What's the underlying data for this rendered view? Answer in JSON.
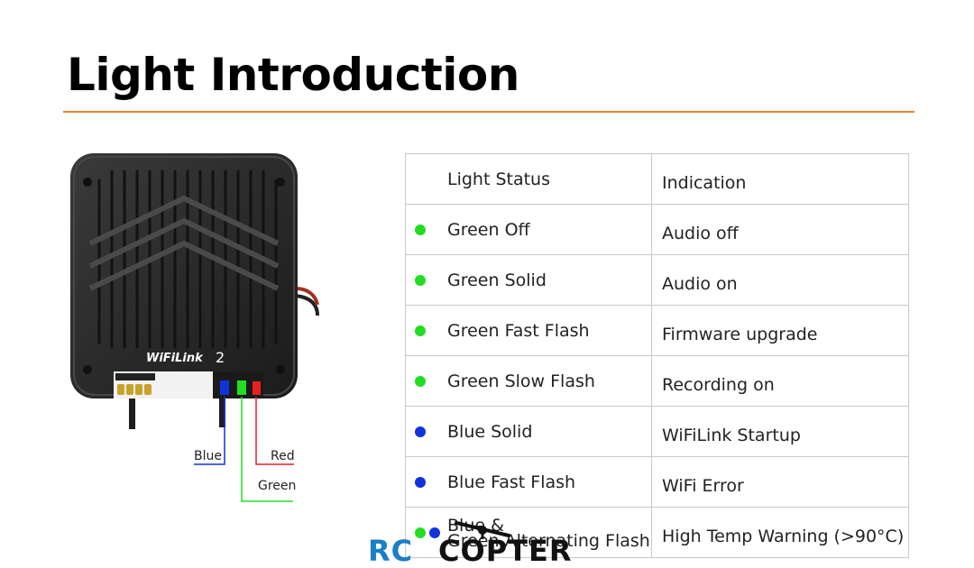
{
  "page": {
    "title": "Light Introduction"
  },
  "device": {
    "logo_text": "WiFiLink 2",
    "wires": {
      "blue": "Blue",
      "green": "Green",
      "red": "Red"
    }
  },
  "colors": {
    "accent": "#e8822a",
    "green": "#22dd22",
    "blue": "#1133dd",
    "red": "#e82020"
  },
  "table": {
    "headers": {
      "status": "Light Status",
      "indication": "Indication"
    },
    "rows": [
      {
        "dots": [
          "green"
        ],
        "status": "Green Off",
        "indication": "Audio off"
      },
      {
        "dots": [
          "green"
        ],
        "status": "Green Solid",
        "indication": "Audio on"
      },
      {
        "dots": [
          "green"
        ],
        "status": "Green Fast Flash",
        "indication": "Firmware upgrade"
      },
      {
        "dots": [
          "green"
        ],
        "status": "Green Slow Flash",
        "indication": "Recording on"
      },
      {
        "dots": [
          "blue"
        ],
        "status": "Blue Solid",
        "indication": "WiFiLink Startup"
      },
      {
        "dots": [
          "blue"
        ],
        "status": "Blue Fast Flash",
        "indication": "WiFi Error"
      },
      {
        "dots": [
          "green",
          "blue"
        ],
        "status_line1": "Blue &",
        "status_line2": "Green Alternating Flash",
        "indication": "High Temp Warning (>90°C)"
      }
    ]
  },
  "footer": {
    "brand": "RC COPTER"
  }
}
